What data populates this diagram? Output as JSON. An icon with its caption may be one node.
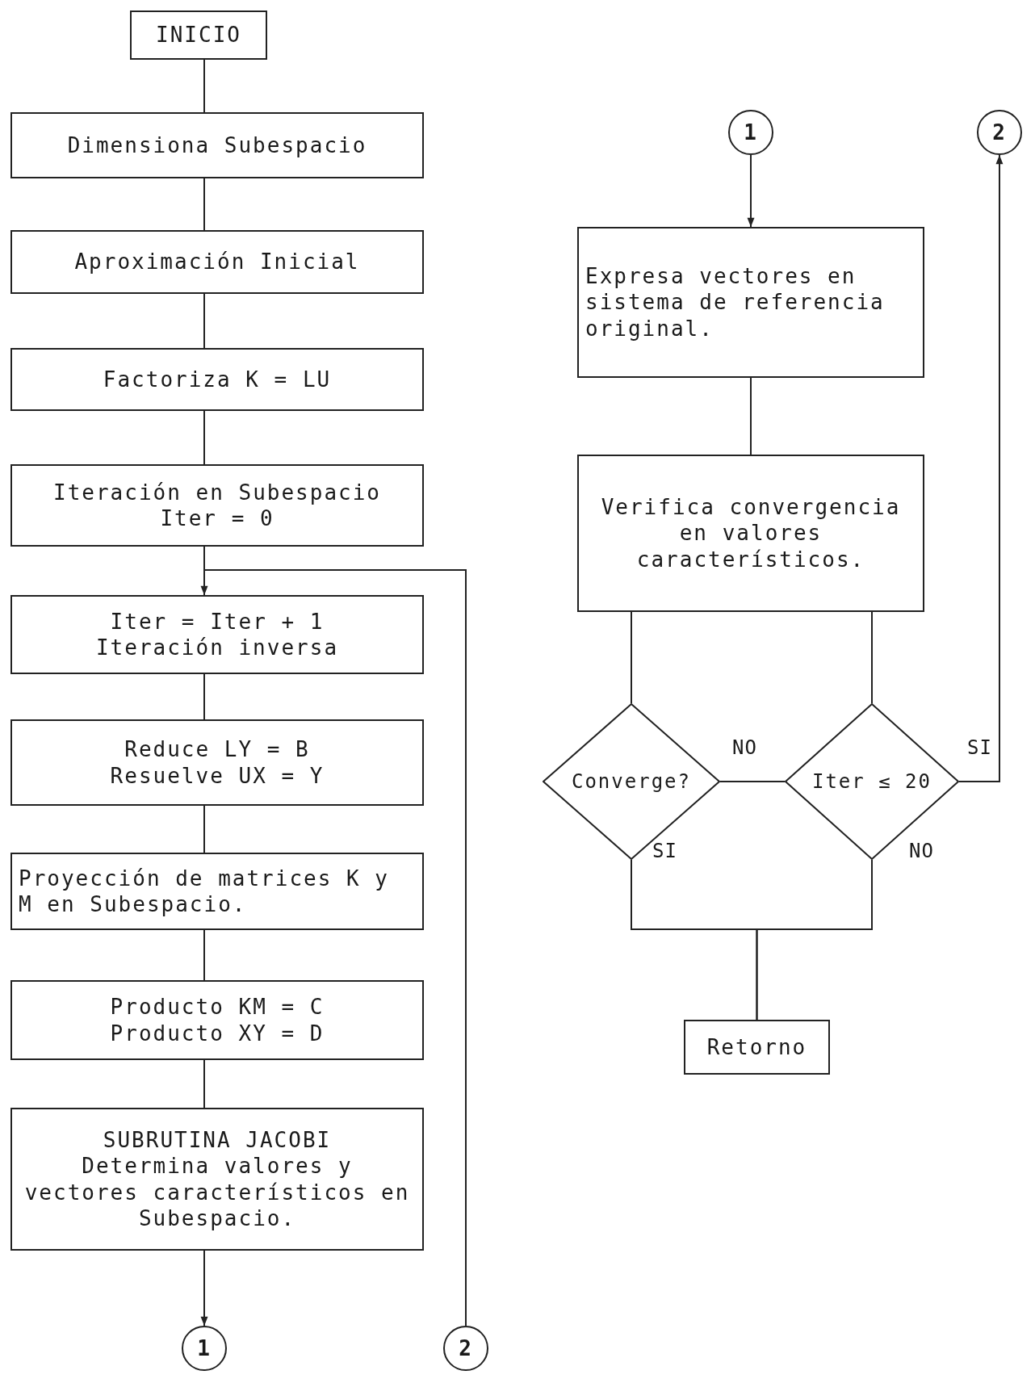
{
  "diagram": {
    "nodes": [
      {
        "text": [
          "INICIO"
        ]
      },
      {
        "text": [
          "Dimensiona Subespacio"
        ]
      },
      {
        "text": [
          "Aproximación Inicial"
        ]
      },
      {
        "text": [
          "Factoriza K = LU"
        ]
      },
      {
        "text": [
          "Iteración en Subespacio",
          "Iter = 0"
        ]
      },
      {
        "text": [
          "Iter = Iter + 1",
          "Iteración inversa"
        ]
      },
      {
        "text": [
          "Reduce LY = B",
          "Resuelve UX = Y"
        ]
      },
      {
        "text": [
          "Proyección de matrices K y M en Subespacio."
        ]
      },
      {
        "text": [
          "Producto KM = C",
          "Producto XY = D"
        ]
      },
      {
        "text": [
          "SUBRUTINA JACOBI",
          "Determina valores y vectores característicos en Subespacio."
        ]
      },
      {
        "text": [
          "1"
        ]
      },
      {
        "text": [
          "2"
        ]
      },
      {
        "text": [
          "1"
        ]
      },
      {
        "text": [
          "2"
        ]
      },
      {
        "text": [
          "Expresa vectores en sistema de referencia original."
        ]
      },
      {
        "text": [
          "Verifica convergencia en valores característicos."
        ]
      },
      {
        "text": [
          "Converge?"
        ]
      },
      {
        "text": [
          "Iter ≤ 20"
        ]
      },
      {
        "text": [
          "Retorno"
        ]
      }
    ],
    "edges": [
      {
        "from": 0,
        "to": 1,
        "arrow": "none"
      },
      {
        "from": 1,
        "to": 2,
        "arrow": "none"
      },
      {
        "from": 2,
        "to": 3,
        "arrow": "none"
      },
      {
        "from": 3,
        "to": 4,
        "arrow": "none"
      },
      {
        "from": 4,
        "to": 5,
        "arrow": "none"
      },
      {
        "from": 5,
        "to": 6,
        "arrow": "none"
      },
      {
        "from": 6,
        "to": 7,
        "arrow": "none"
      },
      {
        "from": 7,
        "to": 8,
        "arrow": "none"
      },
      {
        "from": 8,
        "to": 9,
        "arrow": "none"
      },
      {
        "from": 9,
        "to": 10,
        "arrow": "to"
      },
      {
        "from": 11,
        "to": 5,
        "arrow": "to"
      },
      {
        "from": 12,
        "to": 14,
        "arrow": "to"
      },
      {
        "from": 14,
        "to": 15,
        "arrow": "none"
      },
      {
        "from": 15,
        "to": 16,
        "arrow": "none"
      },
      {
        "from": 15,
        "to": 17,
        "arrow": "none"
      },
      {
        "from": 16,
        "to": 17,
        "arrow": "none",
        "label": "NO"
      },
      {
        "from": 17,
        "to": 13,
        "arrow": "to",
        "label": "SI"
      },
      {
        "from": 16,
        "to": 18,
        "arrow": "none",
        "label": "SI"
      },
      {
        "from": 17,
        "to": 18,
        "arrow": "none",
        "label": "NO"
      }
    ]
  }
}
